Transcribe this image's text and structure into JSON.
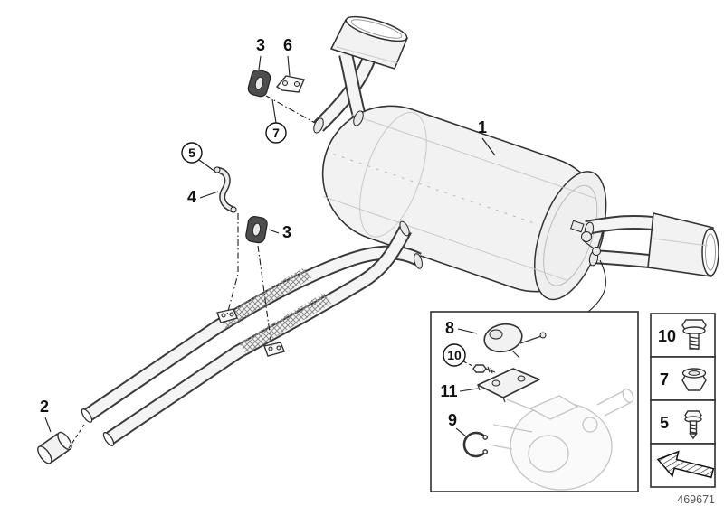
{
  "figure": {
    "doc_number": "469671",
    "line_color": "#2f2f2f",
    "ghost_color": "#c4c4c4",
    "callouts": {
      "c1": "1",
      "c2": "2",
      "c3_top": "3",
      "c3_mid": "3",
      "c4": "4",
      "c5": "5",
      "c6": "6",
      "c7": "7",
      "c8": "8",
      "c9": "9",
      "c10": "10",
      "c11": "11"
    },
    "legend": {
      "bolt_label": "10",
      "nut_label": "7",
      "screw_label": "5",
      "icons": [
        "flange-bolt-icon",
        "flange-nut-icon",
        "screw-icon",
        "direction-of-travel-arrow-icon"
      ]
    }
  }
}
